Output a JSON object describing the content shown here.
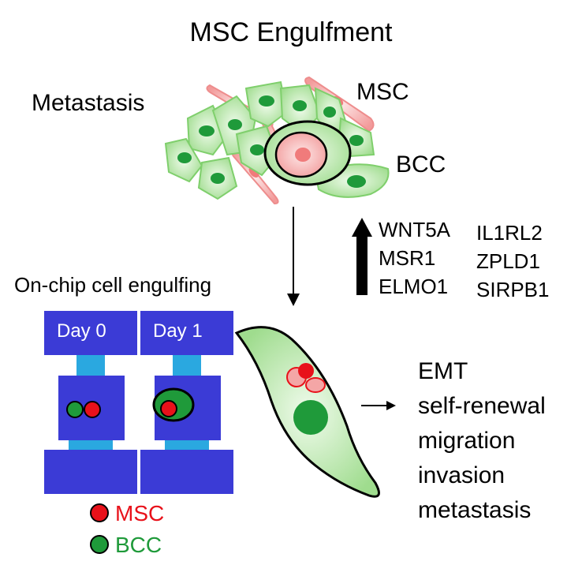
{
  "title": "MSC Engulfment",
  "top_scene": {
    "metastasis_label": "Metastasis",
    "msc_label": "MSC",
    "bcc_label": "BCC"
  },
  "upregulated_genes": {
    "col1": [
      "WNT5A",
      "MSR1",
      "ELMO1"
    ],
    "col2": [
      "IL1RL2",
      "ZPLD1",
      "SIRPB1"
    ]
  },
  "chip": {
    "title": "On-chip cell engulfing",
    "day0_label": "Day 0",
    "day1_label": "Day 1"
  },
  "legend": {
    "msc": "MSC",
    "bcc": "BCC"
  },
  "outcomes": [
    "EMT",
    "self-renewal",
    "migration",
    "invasion",
    "metastasis"
  ],
  "colors": {
    "chip_blue": "#3b3bd6",
    "channel_cyan": "#2aa8e0",
    "msc_red": "#e8111a",
    "bcc_green": "#1f9a3a",
    "cell_light_green": "#bde8b0",
    "cell_pink": "#f4a6a6"
  }
}
